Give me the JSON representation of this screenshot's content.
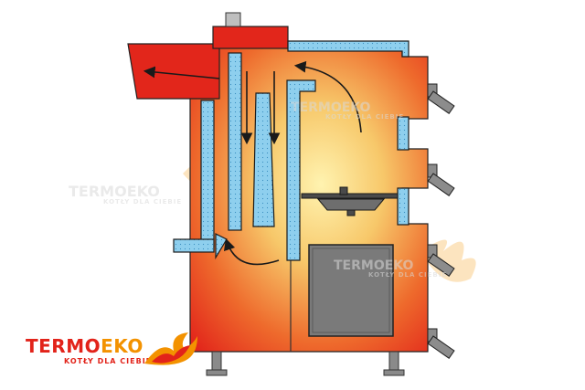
{
  "logo": {
    "word_part1": "TERMO",
    "word_part2": "EKO",
    "tagline": "KOTŁY DLA CIEBIE"
  },
  "watermarks": [
    {
      "word": "TERMOEKO",
      "tagline": "KOTŁY DLA CIEBIE"
    },
    {
      "word": "TERMOEKO",
      "tagline": "KOTŁY DLA CIEBIE"
    },
    {
      "word": "TERMOEKO",
      "tagline": "KOTŁY DLA CIEBIE"
    }
  ],
  "colors": {
    "hot_core": "#fff2a8",
    "boiler_red": "#e8261c",
    "water_jacket": "#8ecfee",
    "door_grey": "#7a7a7a",
    "brand_red": "#e2231a",
    "brand_orange": "#f39200"
  }
}
